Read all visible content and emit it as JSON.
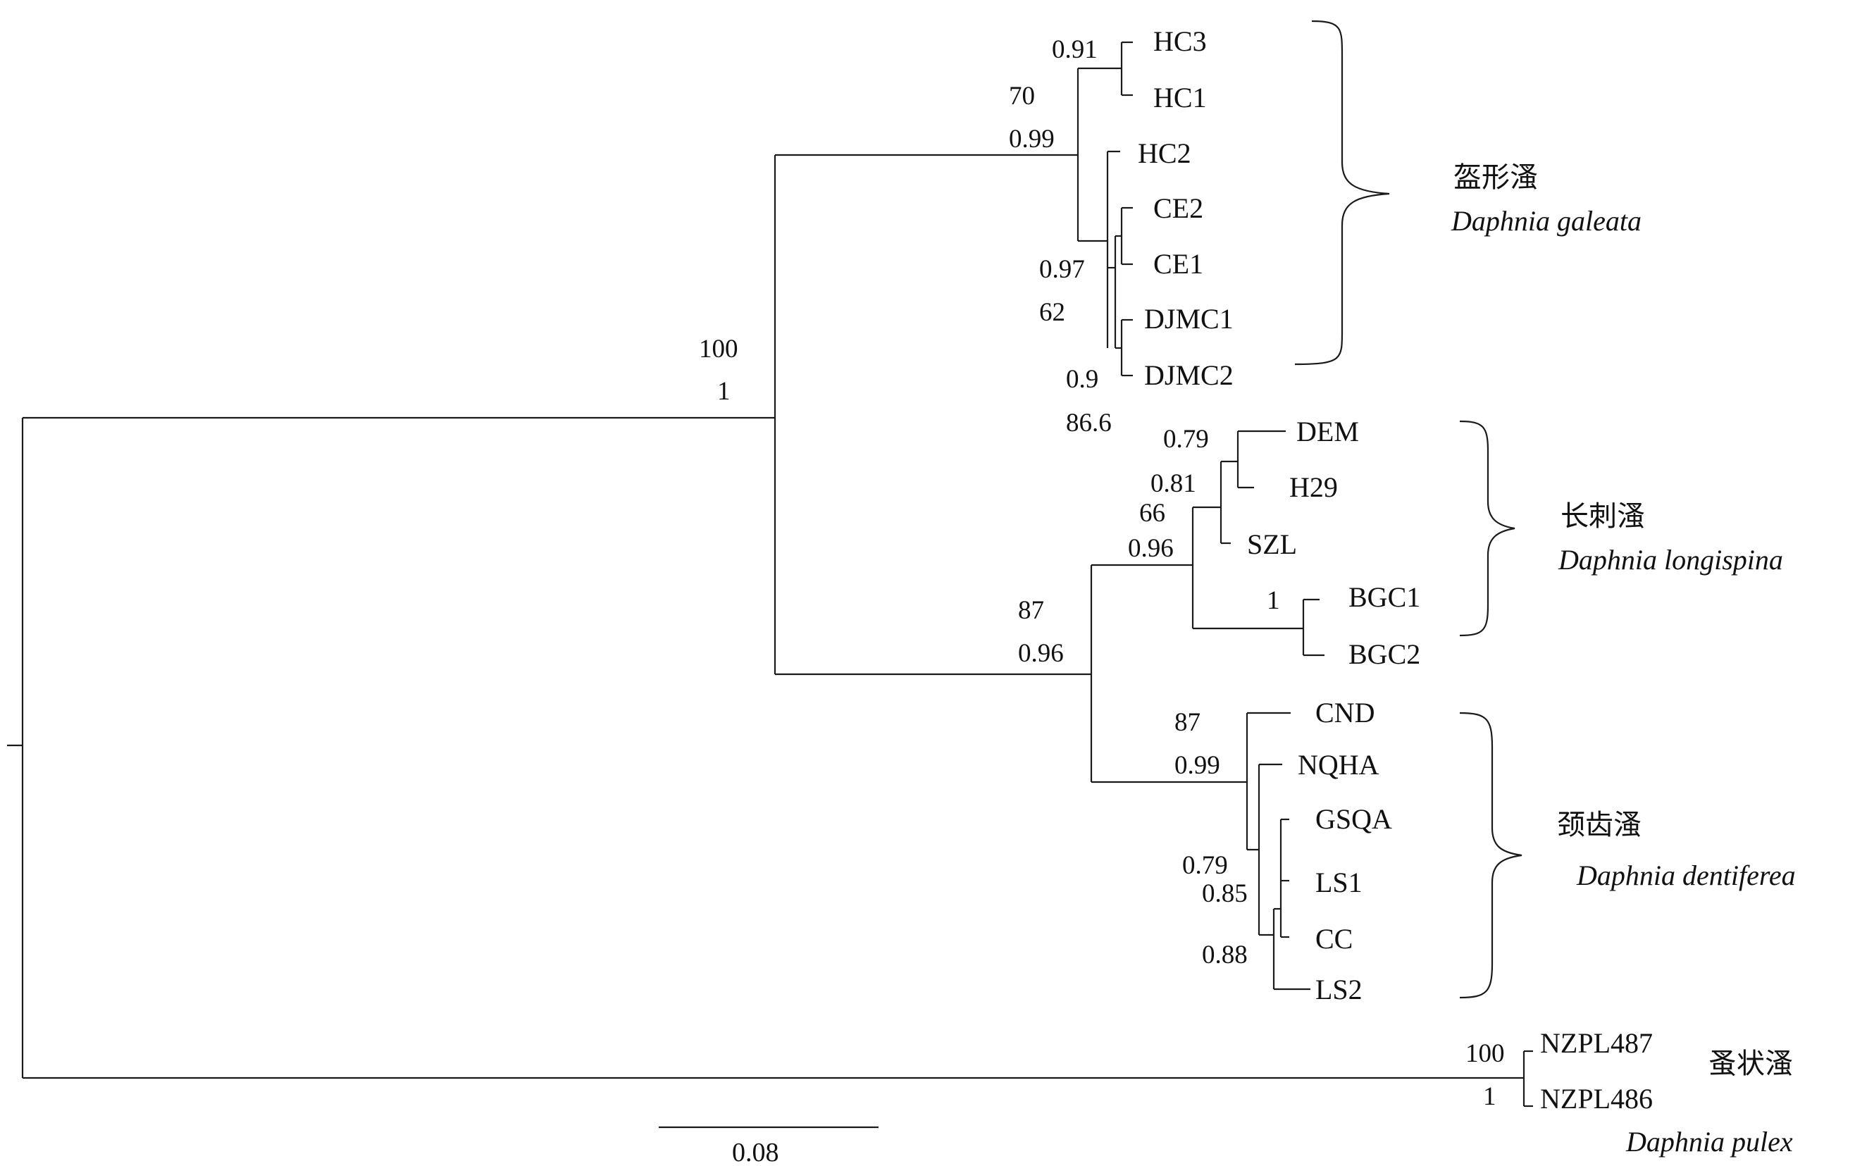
{
  "tips": {
    "HC3": "HC3",
    "HC1": "HC1",
    "HC2": "HC2",
    "CE2": "CE2",
    "CE1": "CE1",
    "DJMC1": "DJMC1",
    "DJMC2": "DJMC2",
    "DEM": "DEM",
    "H29": "H29",
    "SZL": "SZL",
    "BGC1": "BGC1",
    "BGC2": "BGC2",
    "CND": "CND",
    "NQHA": "NQHA",
    "GSQA": "GSQA",
    "LS1": "LS1",
    "CC": "CC",
    "LS2": "LS2",
    "NZPL487": "NZPL487",
    "NZPL486": "NZPL486"
  },
  "node_support": {
    "root_clade_top": "100",
    "root_clade_bottom": "1",
    "galeata_top": "70",
    "galeata_bottom": "0.99",
    "hc3_hc1": "0.91",
    "ce_clade_top": "0.97",
    "ce_clade_bottom": "62",
    "djmc": "0.9",
    "djmc_extra": "86.6",
    "dem_h29": "0.79",
    "longispina_inner": "0.81",
    "longispina_top": "66",
    "longispina_bottom": "0.96",
    "bgc": "1",
    "long_dent_top": "87",
    "long_dent_bottom": "0.96",
    "dentiferea_top": "87",
    "dentiferea_bottom": "0.99",
    "dent_a": "0.79",
    "dent_b": "0.85",
    "dent_c": "0.88",
    "pulex_top": "100",
    "pulex_bottom": "1"
  },
  "groups": {
    "galeata": {
      "chinese": "盔形溞",
      "latin": "Daphnia galeata"
    },
    "longispina": {
      "chinese": "长刺溞",
      "latin": "Daphnia longispina"
    },
    "dentiferea": {
      "chinese": "颈齿溞",
      "latin": "Daphnia dentiferea"
    },
    "pulex": {
      "chinese": "蚤状溞",
      "latin": "Daphnia pulex"
    }
  },
  "scale_bar": {
    "label": "0.08"
  }
}
